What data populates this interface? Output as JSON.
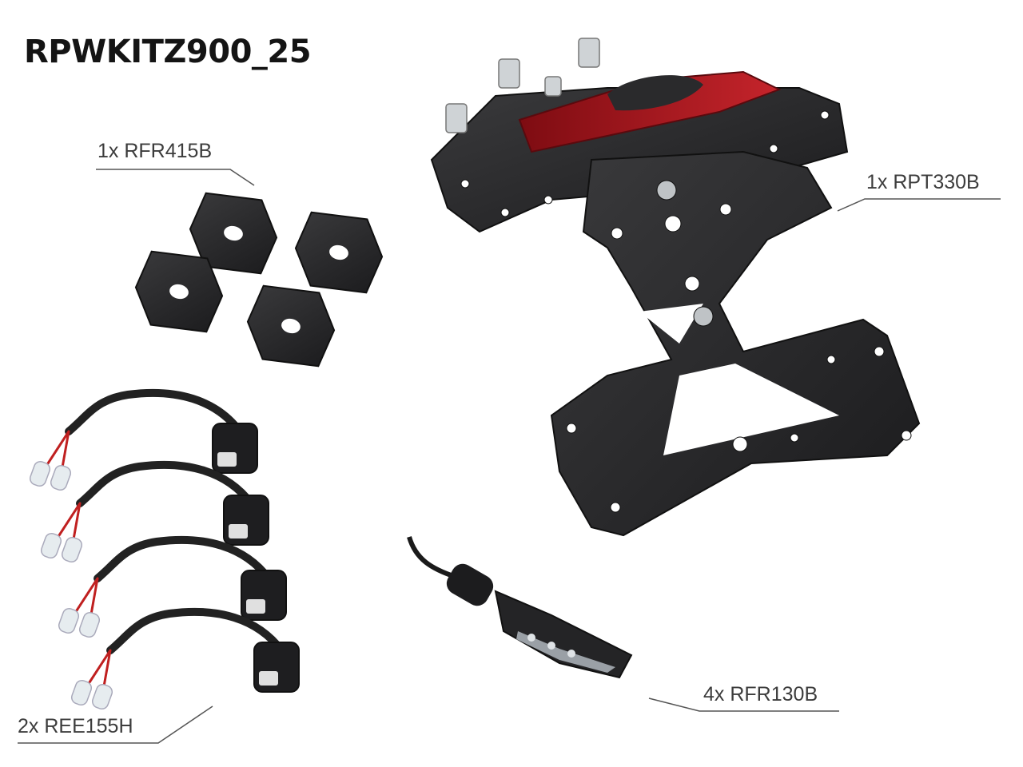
{
  "title": "RPWKITZ900_25",
  "labels": {
    "rfr415b": "1x RFR415B",
    "rpt330b": "1x  RPT330B",
    "ree155h": "2x REE155H",
    "rfr130b": "4x  RFR130B"
  },
  "colors": {
    "metal_black": "#2a2a2c",
    "reflector_red": "#b5121b",
    "line": "#555555"
  },
  "products": [
    {
      "name": "spacer-plate",
      "quantity": 4
    },
    {
      "name": "wiring-harness",
      "quantity": 4
    },
    {
      "name": "led-indicator",
      "quantity": 1
    },
    {
      "name": "license-plate-bracket",
      "quantity": 1
    }
  ]
}
